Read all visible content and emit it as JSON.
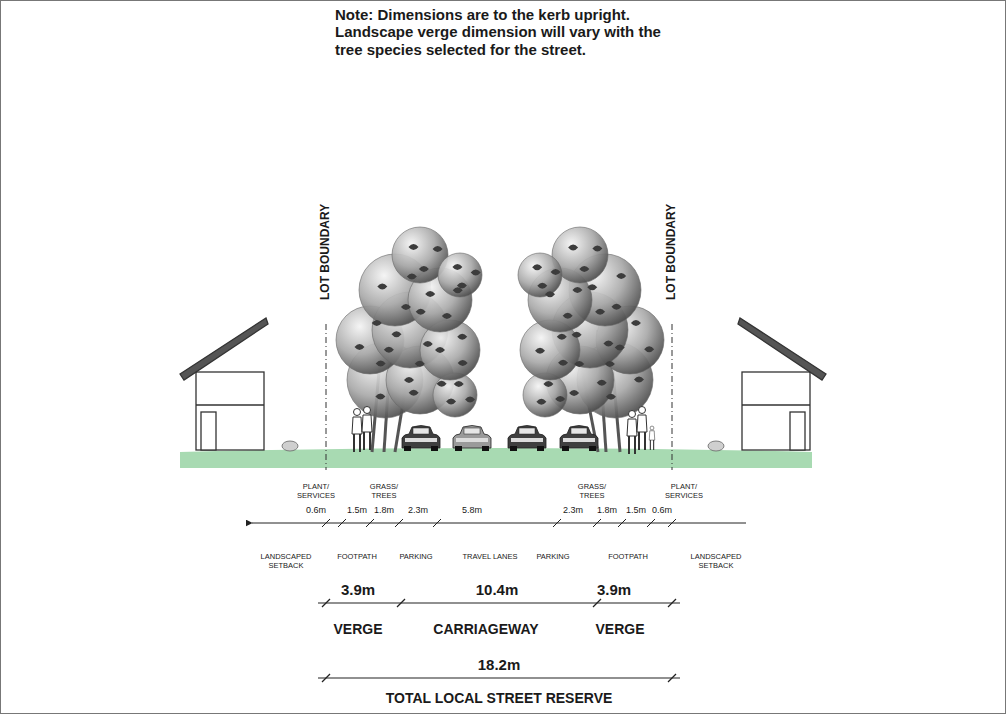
{
  "diagram": {
    "labels": [
      "Note: Dimensions are to the kerb upright. Landscape verge dimension will vary with the tree species selected for the street.",
      "LOT BOUNDARY",
      "LOT BOUNDARY",
      "PLANT/ SERVICES",
      "GRASS/ TREES",
      "GRASS/ TREES",
      "PLANT/ SERVICES",
      "0.6m",
      "1.5m",
      "1.8m",
      "2.3m",
      "5.8m",
      "2.3m",
      "1.8m",
      "1.5m",
      "0.6m",
      "LANDSCAPED SETBACK",
      "FOOTPATH",
      "PARKING",
      "TRAVEL LANES",
      "PARKING",
      "FOOTPATH",
      "LANDSCAPED SETBACK",
      "3.9m",
      "10.4m",
      "3.9m",
      "VERGE",
      "CARRIAGEWAY",
      "VERGE",
      "18.2m",
      "TOTAL LOCAL STREET RESERVE"
    ]
  }
}
